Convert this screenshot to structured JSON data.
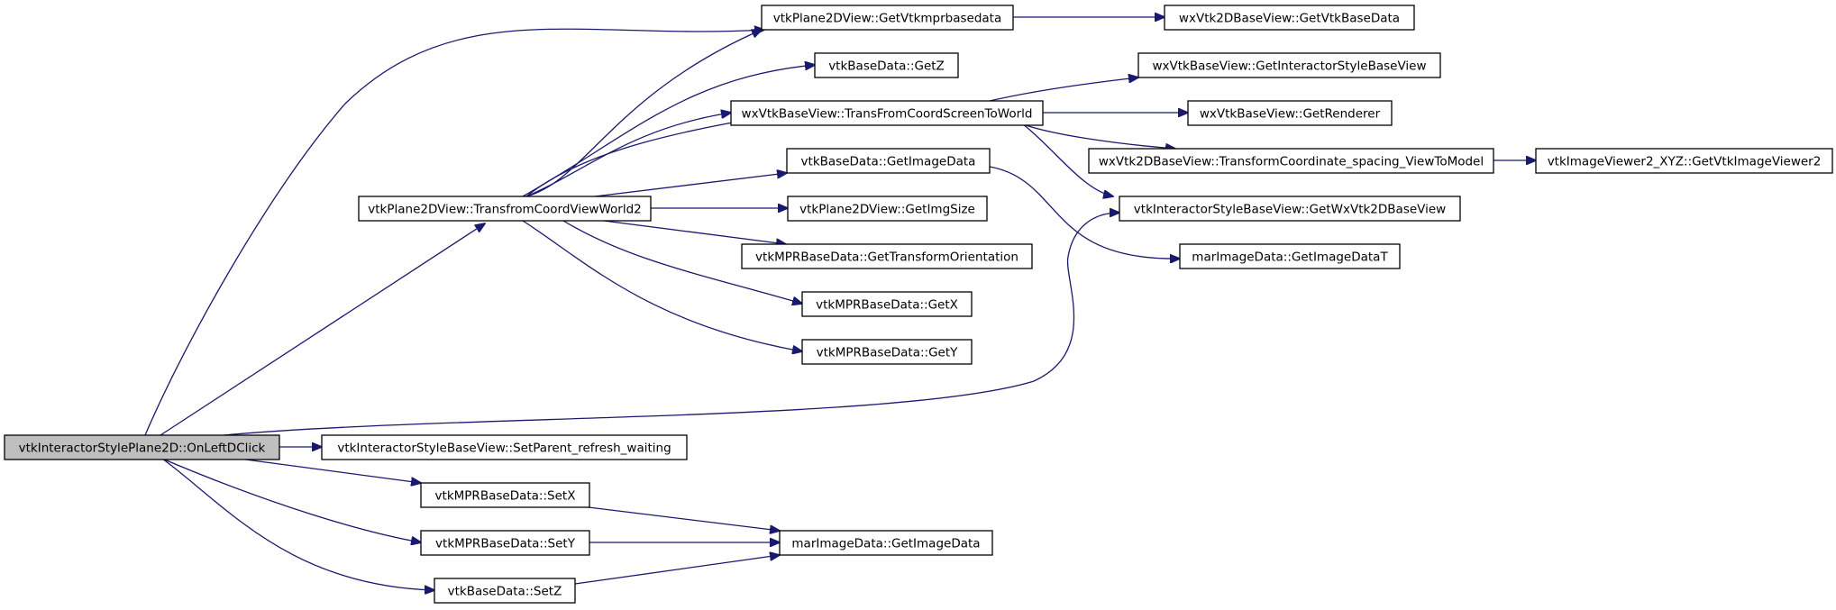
{
  "graph": {
    "node_color": "#ffffff",
    "root_color": "#bfbfbf",
    "edge_color": "#191970",
    "nodes": [
      {
        "id": "onleftdclick",
        "label": "vtkInteractorStylePlane2D::OnLeftDClick",
        "root": true
      },
      {
        "id": "getvtkmprbasedata",
        "label": "vtkPlane2DView::GetVtkmprbasedata"
      },
      {
        "id": "getvtkbasedata",
        "label": "wxVtk2DBaseView::GetVtkBaseData"
      },
      {
        "id": "getz",
        "label": "vtkBaseData::GetZ"
      },
      {
        "id": "transfromcoordscreen",
        "label": "wxVtkBaseView::TransFromCoordScreenToWorld"
      },
      {
        "id": "getinteractorstylebaseview",
        "label": "wxVtkBaseView::GetInteractorStyleBaseView"
      },
      {
        "id": "getrenderer",
        "label": "wxVtkBaseView::GetRenderer"
      },
      {
        "id": "transformcoordinate",
        "label": "wxVtk2DBaseView::TransformCoordinate_spacing_ViewToModel"
      },
      {
        "id": "getvtkimageviewer2",
        "label": "vtkImageViewer2_XYZ::GetVtkImageViewer2"
      },
      {
        "id": "getimagedata_vtkbase",
        "label": "vtkBaseData::GetImageData"
      },
      {
        "id": "transfromcoordviewworld2",
        "label": "vtkPlane2DView::TransfromCoordViewWorld2"
      },
      {
        "id": "getimgsize",
        "label": "vtkPlane2DView::GetImgSize"
      },
      {
        "id": "getwxvtk2dbaseview",
        "label": "vtkInteractorStyleBaseView::GetWxVtk2DBaseView"
      },
      {
        "id": "gettransformorientation",
        "label": "vtkMPRBaseData::GetTransformOrientation"
      },
      {
        "id": "getimagedatat",
        "label": "marImageData::GetImageDataT"
      },
      {
        "id": "getx",
        "label": "vtkMPRBaseData::GetX"
      },
      {
        "id": "gety",
        "label": "vtkMPRBaseData::GetY"
      },
      {
        "id": "setparentrefresh",
        "label": "vtkInteractorStyleBaseView::SetParent_refresh_waiting"
      },
      {
        "id": "setx",
        "label": "vtkMPRBaseData::SetX"
      },
      {
        "id": "sety",
        "label": "vtkMPRBaseData::SetY"
      },
      {
        "id": "setz",
        "label": "vtkBaseData::SetZ"
      },
      {
        "id": "getimagedata_mar",
        "label": "marImageData::GetImageData"
      }
    ]
  }
}
